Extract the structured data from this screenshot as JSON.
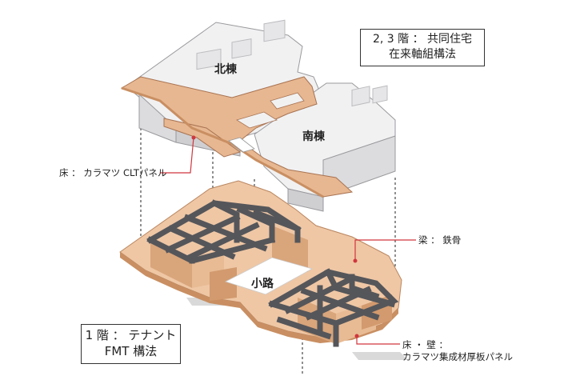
{
  "title_upper": {
    "line1": "2, 3 階 ： 共同住宅",
    "line2": "在来軸組構法"
  },
  "title_lower": {
    "line1": "1 階 ： テナント",
    "line2": "FMT 構法"
  },
  "labels": {
    "north_wing": "北棟",
    "south_wing": "南棟",
    "alley": "小路",
    "floor_clt": "床 ： カラマツ CLTパネル",
    "beam": "梁 ： 鉄骨",
    "floor_wall_l1": "床 ・ 壁 ：",
    "floor_wall_l2": "カラマツ集成材厚板パネル"
  },
  "colors": {
    "wood": "#e7b791",
    "wood_dark": "#c98f62",
    "steel": "#55565a",
    "leader": "#d0363d",
    "building": "#f1f1f2"
  }
}
